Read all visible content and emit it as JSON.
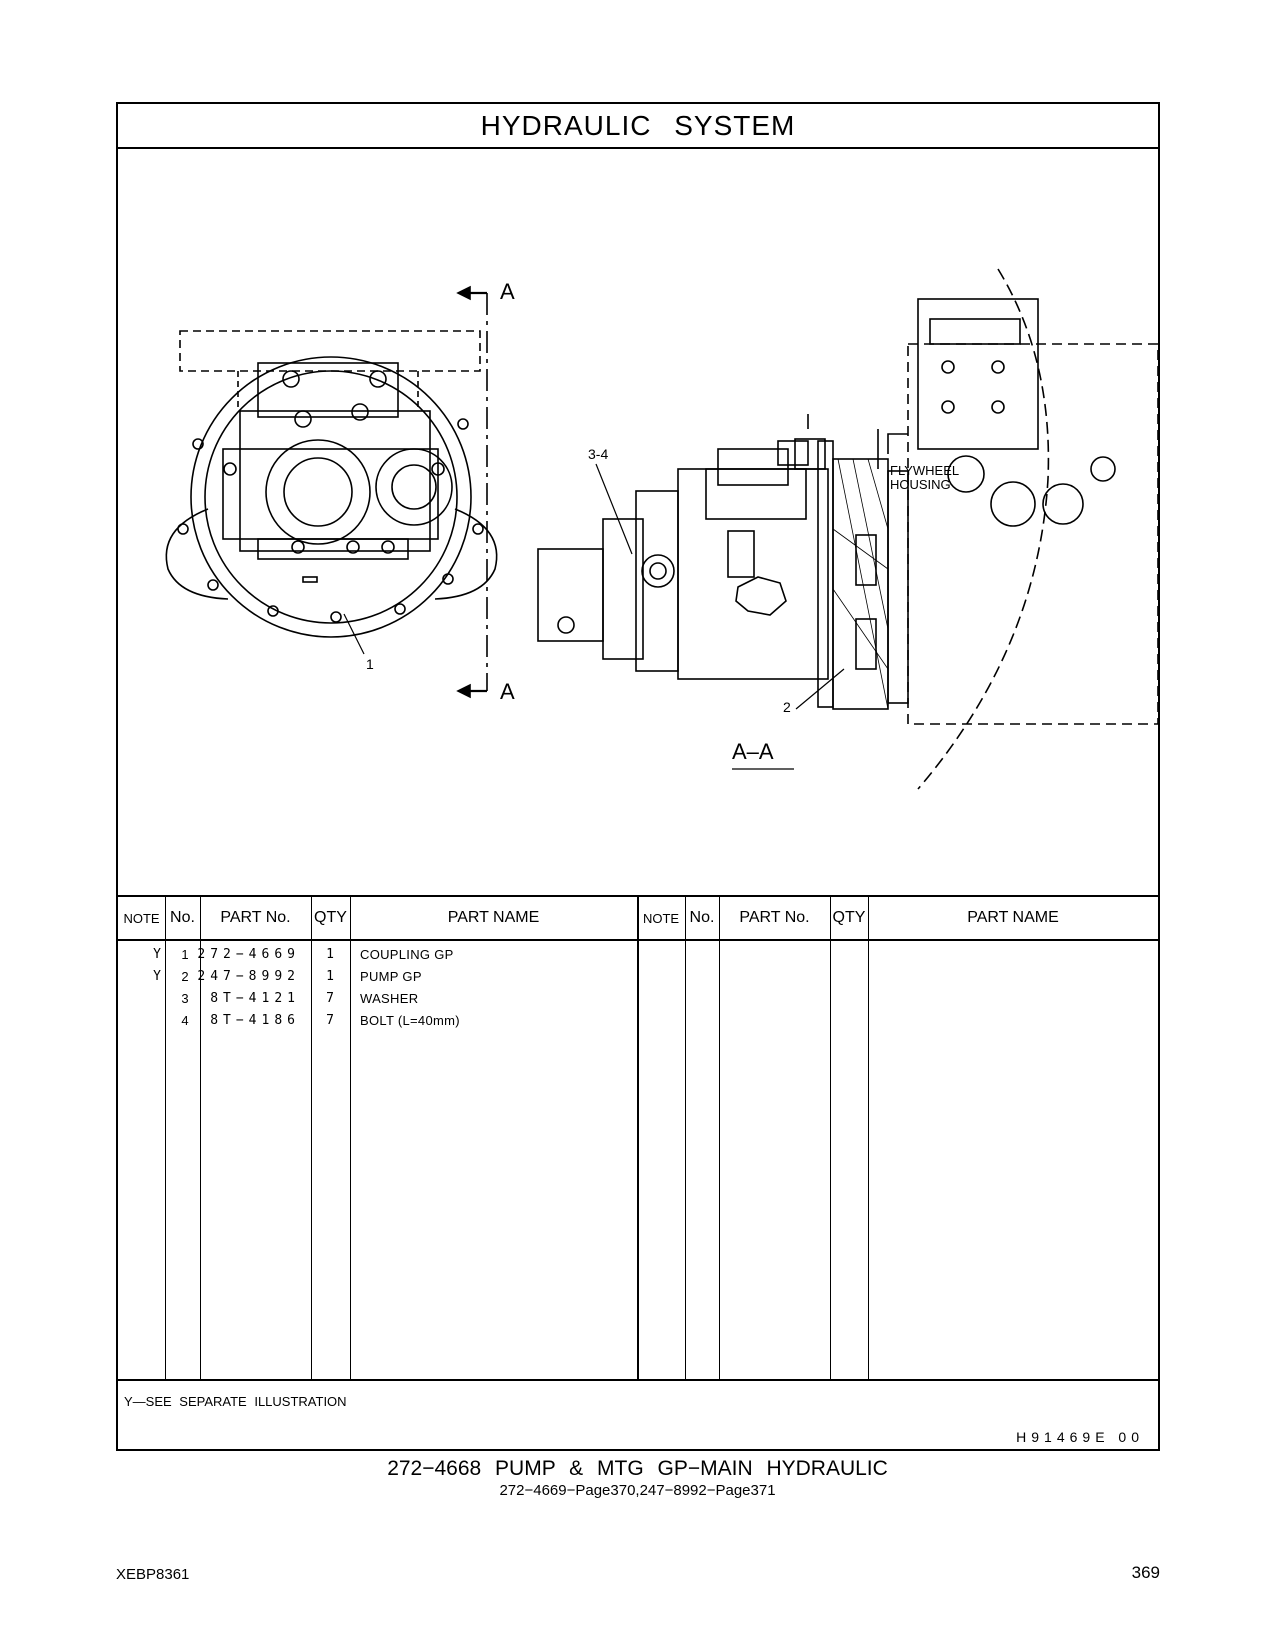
{
  "section_title": "HYDRAULIC SYSTEM",
  "illustration": {
    "section_marker_top": "A",
    "section_marker_bottom": "A",
    "section_view_label": "A–A",
    "callouts": [
      "2",
      "3-4",
      "1"
    ],
    "flywheel_label_line1": "FLYWHEEL",
    "flywheel_label_line2": "HOUSING"
  },
  "table": {
    "headers": {
      "note": "NOTE",
      "no": "No.",
      "part_no": "PART No.",
      "qty": "QTY",
      "part_name": "PART NAME"
    },
    "rows": [
      {
        "note": "Y",
        "no": "1",
        "part_no": "272−4669",
        "qty": "1",
        "part_name": "COUPLING  GP"
      },
      {
        "note": "Y",
        "no": "2",
        "part_no": "247−8992",
        "qty": "1",
        "part_name": "PUMP  GP"
      },
      {
        "note": "",
        "no": "3",
        "part_no": "8T−4121",
        "qty": "7",
        "part_name": "WASHER"
      },
      {
        "note": "",
        "no": "4",
        "part_no": "8T−4186",
        "qty": "7",
        "part_name": "BOLT (L=40mm)"
      }
    ]
  },
  "footnote": "Y—SEE  SEPARATE  ILLUSTRATION",
  "illustration_code": "H91469E   00",
  "caption_main": "272−4668  PUMP  &  MTG  GP−MAIN  HYDRAULIC",
  "caption_sub": "272−4669−Page370,247−8992−Page371",
  "document_id": "XEBP8361",
  "page_number": "369"
}
